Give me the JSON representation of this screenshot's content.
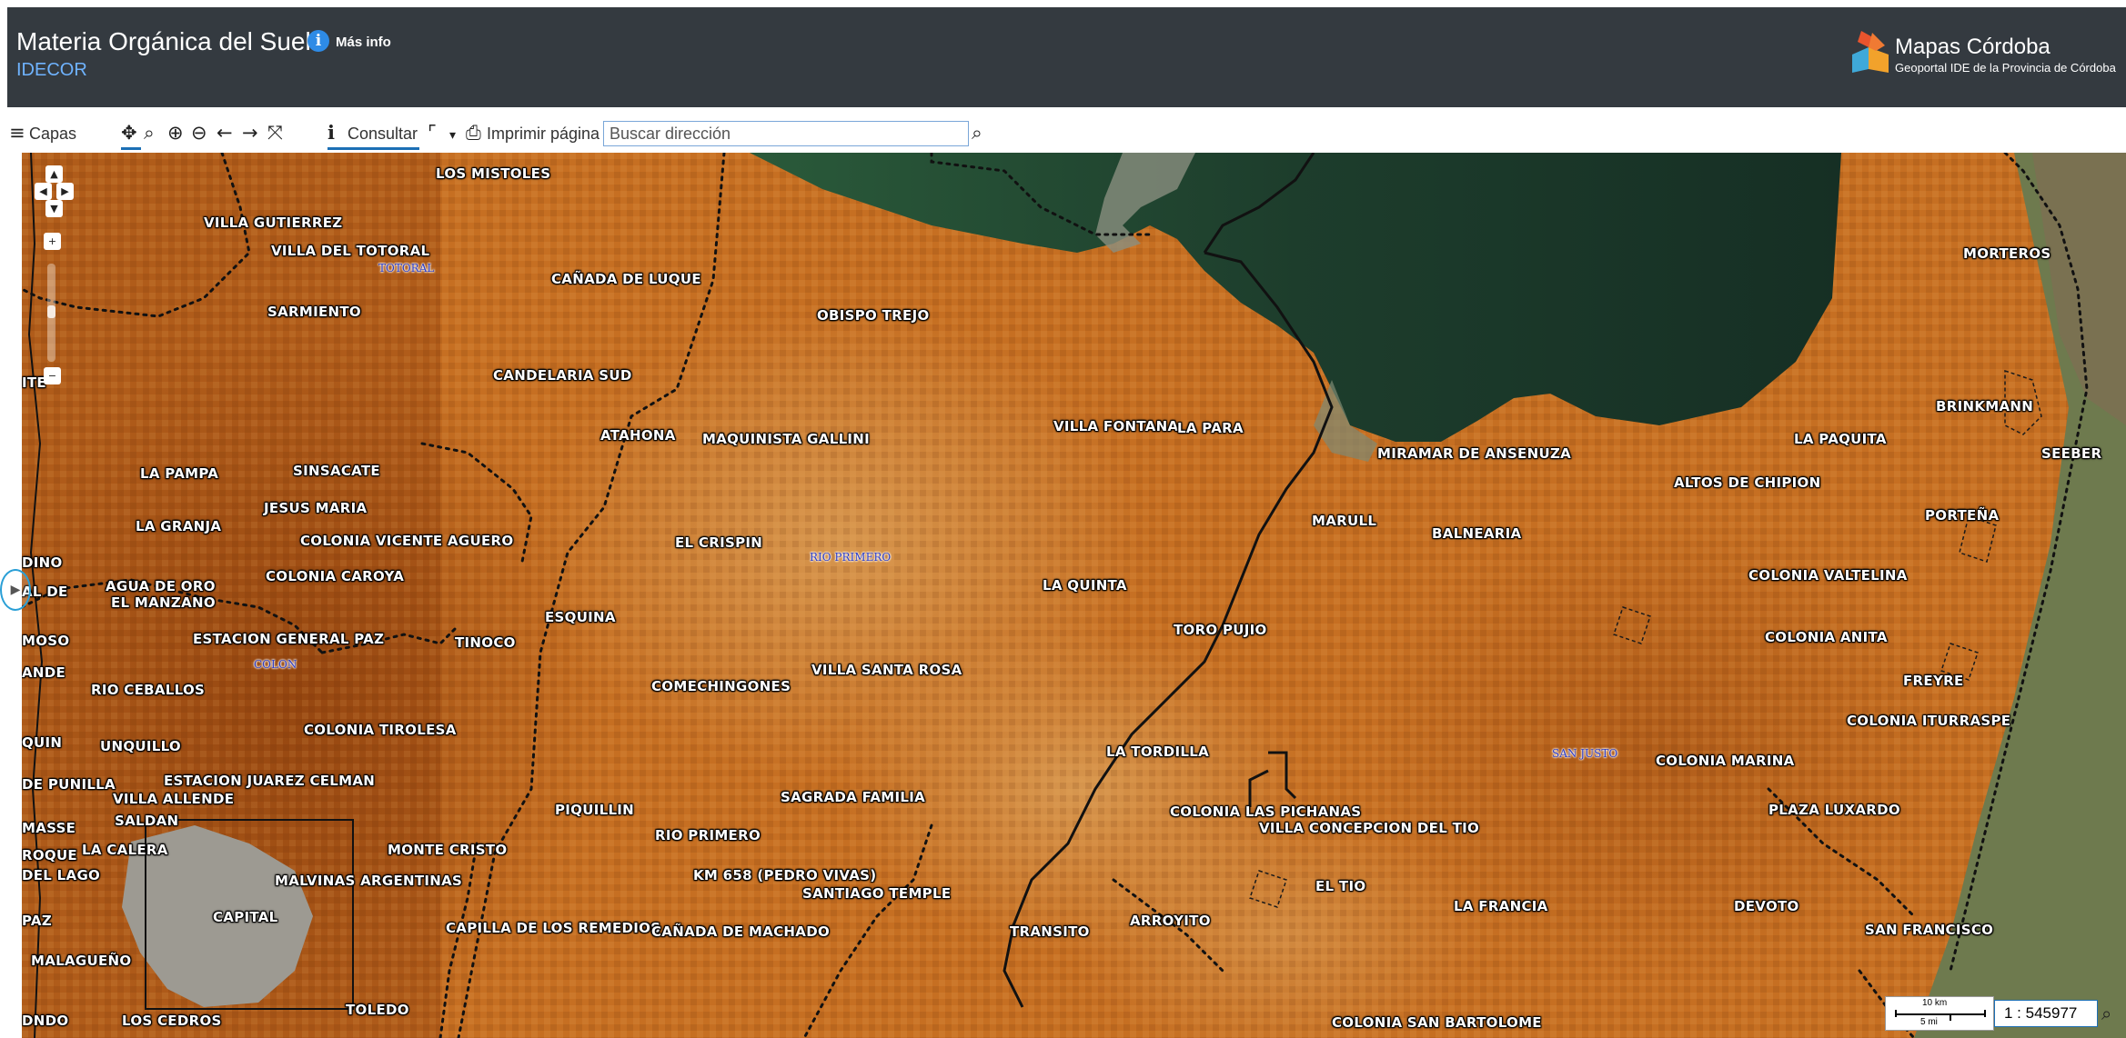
{
  "header": {
    "title": "Materia Orgánica del Suelo",
    "subtitle": "IDECOR",
    "info_link": "Más info",
    "info_icon": "i",
    "brand_name": "Mapas Córdoba",
    "brand_tagline": "Geoportal IDE de la Provincia de Córdoba"
  },
  "toolbar": {
    "layers_label": "Capas",
    "query_label": "Consultar",
    "print_label": "Imprimir página",
    "search_placeholder": "Buscar dirección",
    "icons": {
      "menu": "≡",
      "pan": "✥",
      "search": "⌕",
      "zoom_in": "⊕",
      "zoom_out": "⊖",
      "back": "←",
      "forward": "→",
      "extent": "⤧",
      "info": "ℹ",
      "measure": "⌜",
      "caret": "▾",
      "print": "⎙"
    }
  },
  "map_controls": {
    "pan_up": "▲",
    "pan_left": "◀",
    "pan_right": "▶",
    "pan_down": "▼",
    "zoom_in": "+",
    "zoom_out": "−",
    "toggle_panel": "▶"
  },
  "places": [
    "LOS MISTOLES",
    "VILLA GUTIERREZ",
    "VILLA DEL TOTORAL",
    "CAÑADA DE LUQUE",
    "SARMIENTO",
    "OBISPO TREJO",
    "CANDELARIA SUD",
    "ATAHONA",
    "MAQUINISTA GALLINI",
    "VILLA FONTANA",
    "LA PARA",
    "MIRAMAR DE ANSENUZA",
    "LA PAMPA",
    "SINSACATE",
    "JESUS MARIA",
    "LA GRANJA",
    "COLONIA VICENTE AGUERO",
    "EL CRISPIN",
    "MARULL",
    "BALNEARIA",
    "COLONIA CAROYA",
    "AGUA DE ORO",
    "EL MANZANO",
    "LA QUINTA",
    "ESQUINA",
    "ESTACION GENERAL PAZ",
    "TINOCO",
    "TORO PUJIO",
    "VILLA SANTA ROSA",
    "COMECHINGONES",
    "RIO CEBALLOS",
    "COLONIA TIROLESA",
    "UNQUILLO",
    "LA TORDILLA",
    "ESTACION JUAREZ CELMAN",
    "VILLA ALLENDE",
    "SALDAN",
    "SAGRADA FAMILIA",
    "PIQUILLIN",
    "COLONIA LAS PICHANAS",
    "VILLA CONCEPCION DEL TIO",
    "LA CALERA",
    "RIO PRIMERO",
    "MONTE CRISTO",
    "KM 658 (PEDRO VIVAS)",
    "MALVINAS ARGENTINAS",
    "SANTIAGO TEMPLE",
    "EL TIO",
    "LA FRANCIA",
    "CAPILLA DE LOS REMEDIOS",
    "CAÑADA DE MACHADO",
    "TRANSITO",
    "ARROYITO",
    "MALAGUEÑO",
    "TOLEDO",
    "LOS CEDROS",
    "COLONIA SAN BARTOLOME",
    "MORTEROS",
    "BRINKMANN",
    "LA PAQUITA",
    "SEEBER",
    "ALTOS DE CHIPION",
    "PORTEÑA",
    "COLONIA VALTELINA",
    "COLONIA ANITA",
    "FREYRE",
    "COLONIA ITURRASPE",
    "COLONIA MARINA",
    "PLAZA LUXARDO",
    "DEVOTO",
    "SAN FRANCISCO",
    "CAPITAL",
    "ITE",
    "DINO",
    "AL DE",
    "MOSO",
    "ANDE",
    "QUIN",
    "DE PUNILLA",
    "MASSE",
    "ROQUE",
    "DEL LAGO",
    "PAZ",
    "DNDO"
  ],
  "departments": [
    "TOTORAL",
    "RIO PRIMERO",
    "COLON",
    "SAN JUSTO"
  ],
  "scale": {
    "bar_top": "10 km",
    "bar_bottom": "5 mi",
    "ratio": "1 : 545977"
  },
  "colors": {
    "header_bg": "#343a40",
    "subtitle": "#6fb3ff",
    "accent": "#1c6fb5",
    "soil_orange": "#c36a1e",
    "lake": "#1e3a2a",
    "farmland": "#6e7a4e"
  }
}
